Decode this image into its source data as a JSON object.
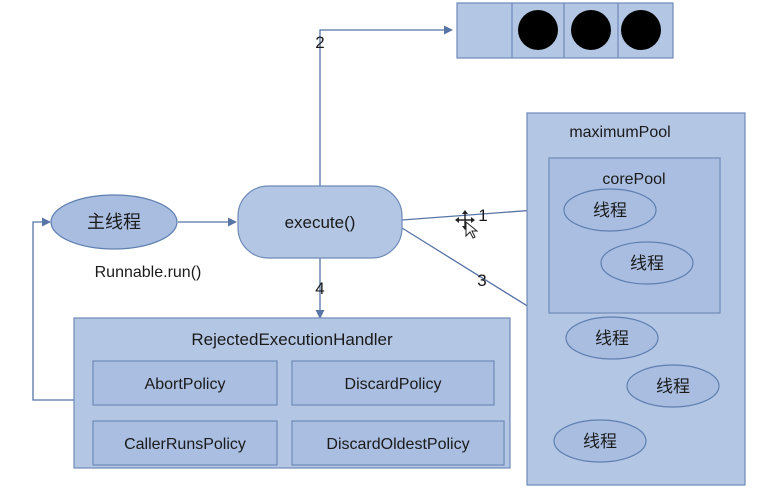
{
  "main_thread": {
    "label": "主线程",
    "caption": "Runnable.run()"
  },
  "execute": {
    "label": "execute()"
  },
  "queue": {
    "item_count": 3
  },
  "arrows": {
    "to_queue": "2",
    "to_core": "1",
    "to_max": "3",
    "to_handler": "4"
  },
  "maximum_pool": {
    "title": "maximumPool",
    "threads": [
      "线程",
      "线程",
      "线程"
    ]
  },
  "core_pool": {
    "title": "corePool",
    "threads": [
      "线程",
      "线程"
    ]
  },
  "rejected_handler": {
    "title": "RejectedExecutionHandler",
    "policies": [
      "AbortPolicy",
      "DiscardPolicy",
      "CallerRunsPolicy",
      "DiscardOldestPolicy"
    ]
  },
  "colors": {
    "fill": "#b3c6e4",
    "stroke": "#6f8bb7",
    "line": "#5874a6",
    "dot": "#000000"
  }
}
